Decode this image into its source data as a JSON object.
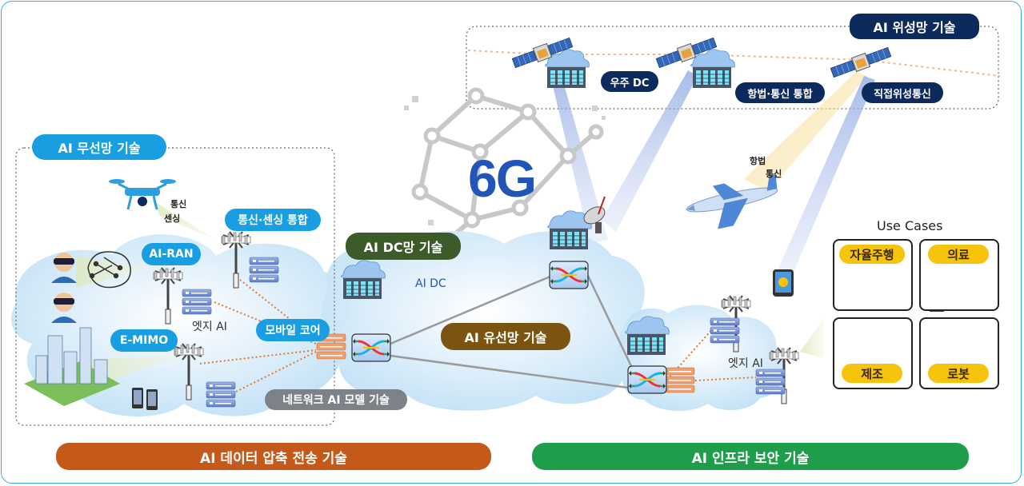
{
  "labels": {
    "satellite_net": "AI 위성망 기술",
    "space_dc": "우주 DC",
    "nav_comm": "항법·통신 통합",
    "direct_sat": "직접위성통신",
    "wireless_net": "AI 무선망 기술",
    "drone_comm": "통신",
    "drone_sensing": "센싱",
    "comm_sensing": "통신·센싱 통합",
    "ai_ran": "AI-RAN",
    "edge_ai_left": "엣지 AI",
    "mobile_core": "모바일 코어",
    "e_mimo": "E-MIMO",
    "network_ai_model": "네트워크 AI 모델 기술",
    "dc_net": "AI DC망 기술",
    "ai_dc": "AI DC",
    "six_g": "6G",
    "wired_net": "AI 유선망 기술",
    "plane_nav": "항법",
    "plane_comm": "통신",
    "edge_ai_right": "엣지 AI",
    "data_compress": "AI 데이터 압축 전송 기술",
    "infra_security": "AI 인프라 보안 기술"
  },
  "use_cases": {
    "title": "Use Cases",
    "items": [
      "자율주행",
      "의료",
      "제조",
      "로봇"
    ]
  },
  "colors": {
    "border": "#3aa9e0",
    "blue_pill": "#1a9ee2",
    "navy_pill": "#0d2a5c",
    "olive_pill": "#3d5a2a",
    "brown_pill": "#7a5410",
    "orange_bar": "#c4591a",
    "green_bar": "#1e9e4a",
    "yellow_tag": "#f6c40c",
    "title_6g": "#2156b8"
  }
}
